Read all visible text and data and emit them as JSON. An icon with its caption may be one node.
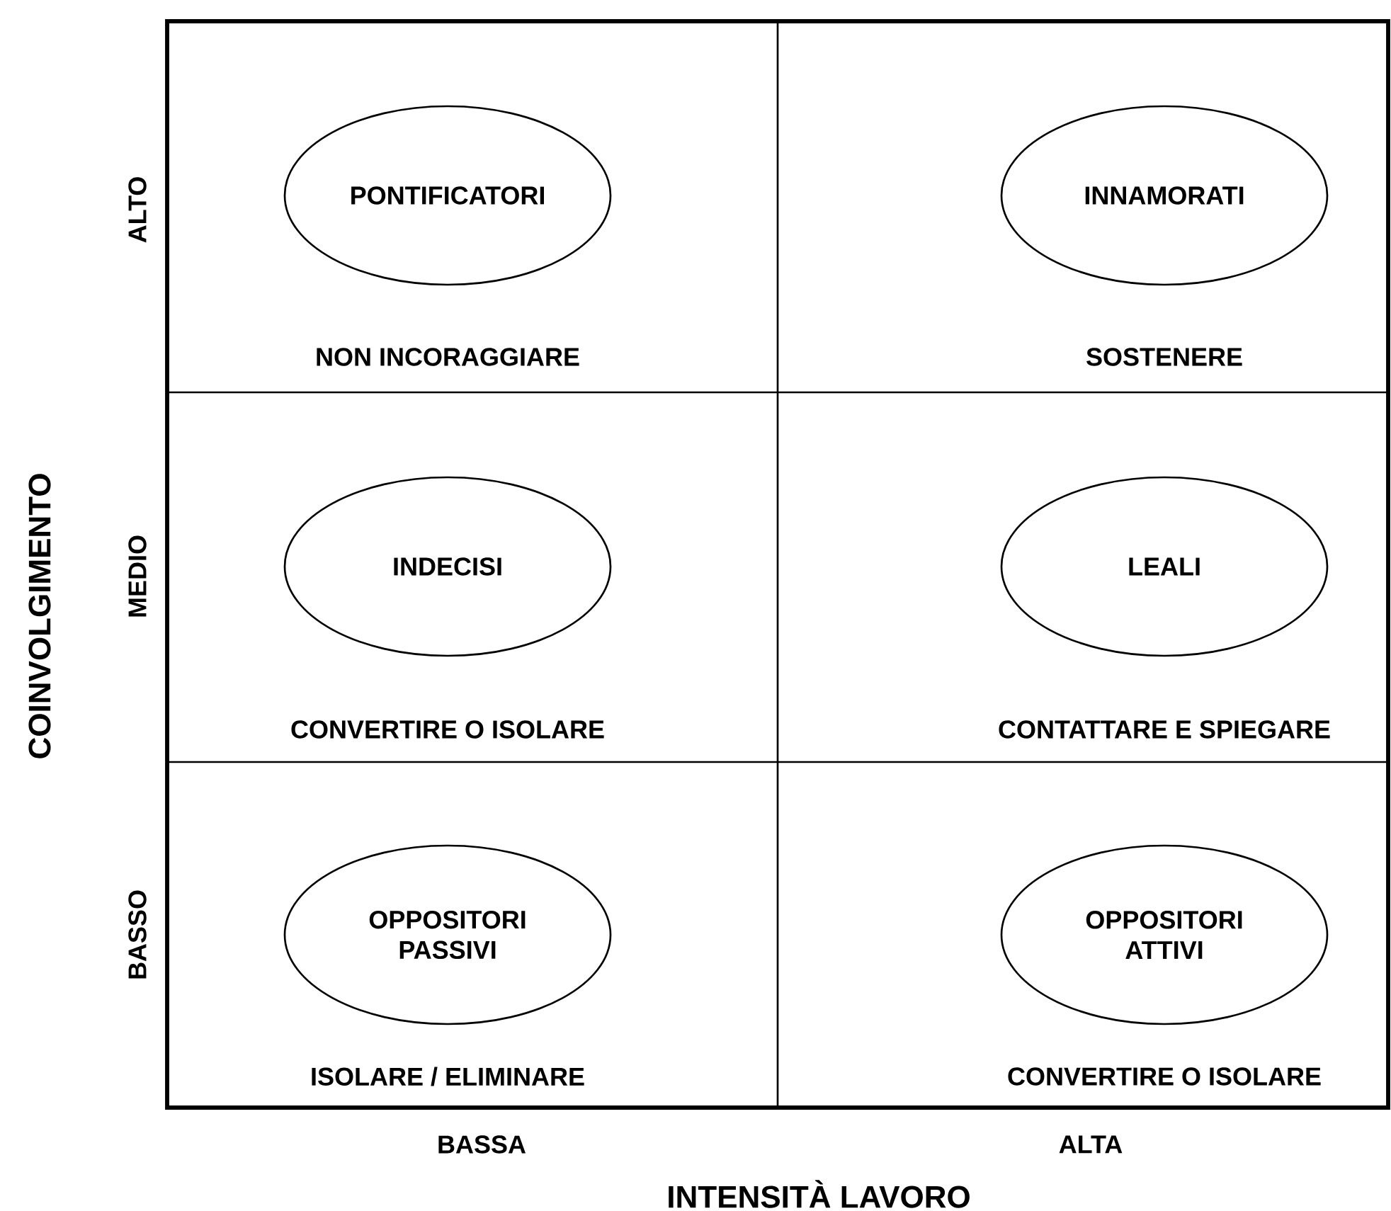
{
  "diagram": {
    "nodes": [
      {
        "text": [
          "PONTIFICATORI"
        ],
        "beside": [
          "NON INCORAGGIARE"
        ]
      },
      {
        "text": [
          "INNAMORATI"
        ],
        "beside": [
          "SOSTENERE"
        ]
      },
      {
        "text": [
          "INDECISI"
        ],
        "beside": [
          "CONVERTIRE O ISOLARE"
        ]
      },
      {
        "text": [
          "LEALI"
        ],
        "beside": [
          "CONTATTARE E SPIEGARE"
        ]
      },
      {
        "text": [
          "OPPOSITORI PASSIVI"
        ],
        "beside": [
          "ISOLARE / ELIMINARE"
        ]
      },
      {
        "text": [
          "OPPOSITORI ATTIVI"
        ],
        "beside": [
          "CONVERTIRE O ISOLARE"
        ]
      }
    ],
    "edges": [],
    "labels": [
      "ALTO",
      "MEDIO",
      "COINVOLGIMENTO",
      "BASSO",
      "BASSA",
      "ALTA",
      "INTENSITÀ LAVORO"
    ]
  }
}
